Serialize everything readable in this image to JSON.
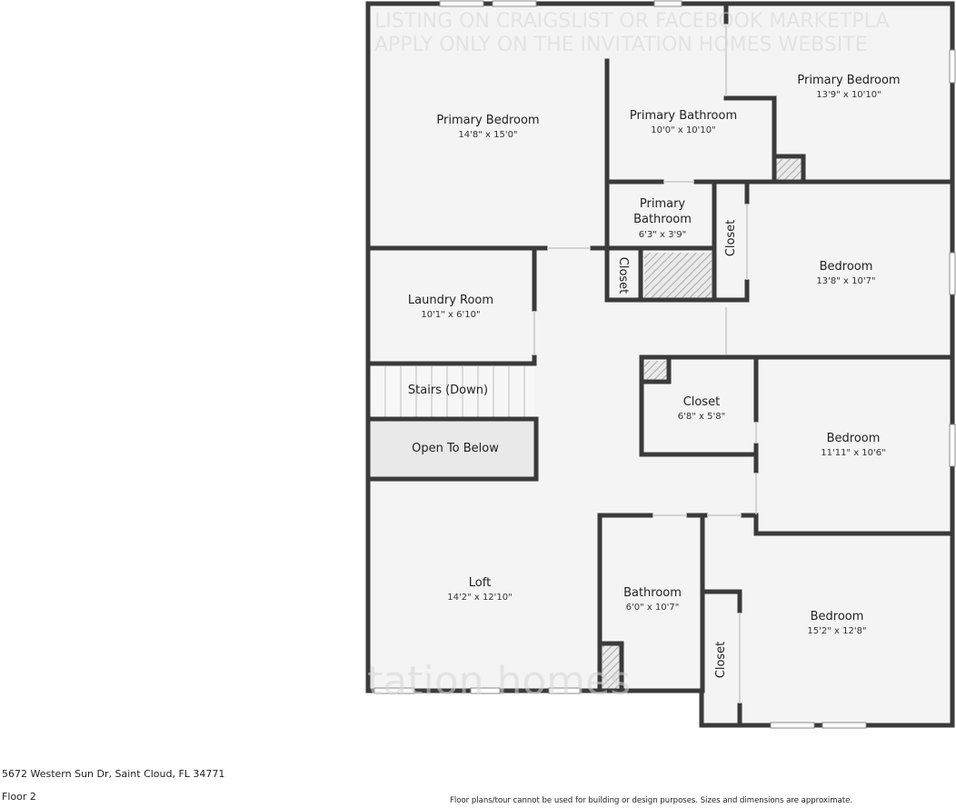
{
  "watermark": {
    "line1": "LISTING ON CRAIGSLIST OR FACEBOOK MARKETPLA",
    "line2": "APPLY ONLY ON THE INVITATION HOMES WEBSITE",
    "brand": "tation homes"
  },
  "rooms": {
    "primary_bedroom_left": {
      "name": "Primary Bedroom",
      "dims": "14'8\" x 15'0\""
    },
    "primary_bathroom_top": {
      "name": "Primary Bathroom",
      "dims": "10'0\" x 10'10\""
    },
    "primary_bedroom_right": {
      "name": "Primary Bedroom",
      "dims": "13'9\" x 10'10\""
    },
    "primary_bathroom_small": {
      "name_line1": "Primary",
      "name_line2": "Bathroom",
      "dims": "6'3\" x 3'9\""
    },
    "closet_vertical_1": {
      "name": "Closet"
    },
    "closet_vertical_2": {
      "name": "Closet"
    },
    "bedroom_1": {
      "name": "Bedroom",
      "dims": "13'8\" x 10'7\""
    },
    "laundry_room": {
      "name": "Laundry Room",
      "dims": "10'1\" x 6'10\""
    },
    "stairs": {
      "name": "Stairs (Down)"
    },
    "open_to_below": {
      "name": "Open To Below"
    },
    "closet_mid": {
      "name": "Closet",
      "dims": "6'8\" x 5'8\""
    },
    "bedroom_2": {
      "name": "Bedroom",
      "dims": "11'11\" x 10'6\""
    },
    "loft": {
      "name": "Loft",
      "dims": "14'2\" x 12'10\""
    },
    "bathroom": {
      "name": "Bathroom",
      "dims": "6'0\" x 10'7\""
    },
    "bedroom_3": {
      "name": "Bedroom",
      "dims": "15'2\" x 12'8\""
    },
    "closet_vertical_3": {
      "name": "Closet"
    }
  },
  "footer": {
    "address": "5672 Western Sun Dr, Saint Cloud, FL 34771",
    "floor": "Floor 2",
    "disclaimer": "Floor plans/tour cannot be used for building or design purposes. Sizes and dimensions are approximate."
  }
}
